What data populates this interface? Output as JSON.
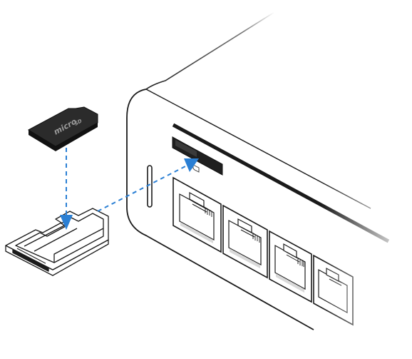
{
  "card": {
    "label_line1": "micro",
    "label_line2": "SD"
  },
  "colors": {
    "outline": "#1a1a1a",
    "arrow": "#2a7fd4",
    "card_fill": "#2b2b2b",
    "card_edge": "#111111",
    "device_face": "#ffffff",
    "port_shadow": "#d9d9d9"
  },
  "icons": {
    "arrow_head": "triangle-arrowhead"
  }
}
